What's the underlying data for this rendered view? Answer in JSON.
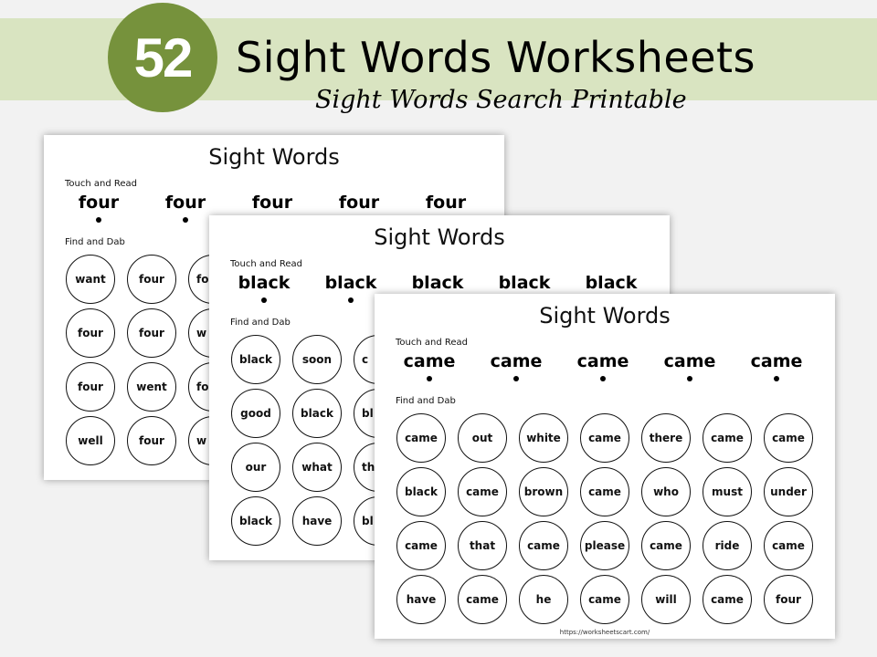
{
  "header": {
    "badge": "52",
    "title": "Sight Words Worksheets",
    "subtitle": "Sight Words Search Printable"
  },
  "colors": {
    "band": "#d9e4c1",
    "badge": "#76923c"
  },
  "sheets": [
    {
      "title": "Sight Words",
      "touch_label": "Touch and Read",
      "find_label": "Find and Dab",
      "touch_words": [
        "four",
        "four",
        "four",
        "four",
        "four"
      ],
      "grid": [
        [
          "want",
          "four",
          "fo"
        ],
        [
          "four",
          "four",
          "w"
        ],
        [
          "four",
          "went",
          "fo"
        ],
        [
          "well",
          "four",
          "w"
        ]
      ],
      "partial_col": 2
    },
    {
      "title": "Sight Words",
      "touch_label": "Touch and Read",
      "find_label": "Find and Dab",
      "touch_words": [
        "black",
        "black",
        "black",
        "black",
        "black"
      ],
      "grid": [
        [
          "black",
          "soon",
          "c"
        ],
        [
          "good",
          "black",
          "bl"
        ],
        [
          "our",
          "what",
          "th"
        ],
        [
          "black",
          "have",
          "bl"
        ]
      ],
      "partial_col": 2
    },
    {
      "title": "Sight Words",
      "touch_label": "Touch and Read",
      "find_label": "Find and Dab",
      "touch_words": [
        "came",
        "came",
        "came",
        "came",
        "came"
      ],
      "grid": [
        [
          "came",
          "out",
          "white",
          "came",
          "there",
          "came",
          "came"
        ],
        [
          "black",
          "came",
          "brown",
          "came",
          "who",
          "must",
          "under"
        ],
        [
          "came",
          "that",
          "came",
          "please",
          "came",
          "ride",
          "came"
        ],
        [
          "have",
          "came",
          "he",
          "came",
          "will",
          "came",
          "four"
        ]
      ],
      "url": "https://worksheetscart.com/"
    }
  ]
}
